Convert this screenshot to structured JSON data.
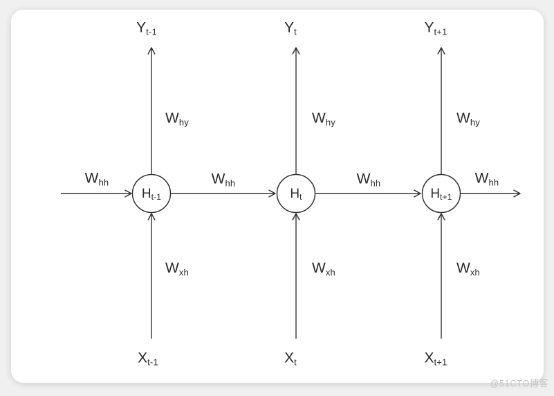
{
  "watermark": "@51CTO博客",
  "colors": {
    "line": "#333333",
    "text": "#2b2b2b",
    "watermark": "#c6c6c6",
    "card_bg": "#ffffff",
    "page_bg": "#f0f0f0"
  },
  "diagram": {
    "type": "rnn-unrolled-diagram",
    "nodes": [
      {
        "main": "H",
        "sub": "t-1"
      },
      {
        "main": "H",
        "sub": "t"
      },
      {
        "main": "H",
        "sub": "t+1"
      }
    ],
    "outputs": [
      {
        "main": "Y",
        "sub": "t-1"
      },
      {
        "main": "Y",
        "sub": "t"
      },
      {
        "main": "Y",
        "sub": "t+1"
      }
    ],
    "inputs": [
      {
        "main": "X",
        "sub": "t-1"
      },
      {
        "main": "X",
        "sub": "t"
      },
      {
        "main": "X",
        "sub": "t+1"
      }
    ],
    "weights": {
      "hh": {
        "main": "W",
        "sub": "hh"
      },
      "hy": {
        "main": "W",
        "sub": "hy"
      },
      "xh": {
        "main": "W",
        "sub": "xh"
      }
    }
  }
}
